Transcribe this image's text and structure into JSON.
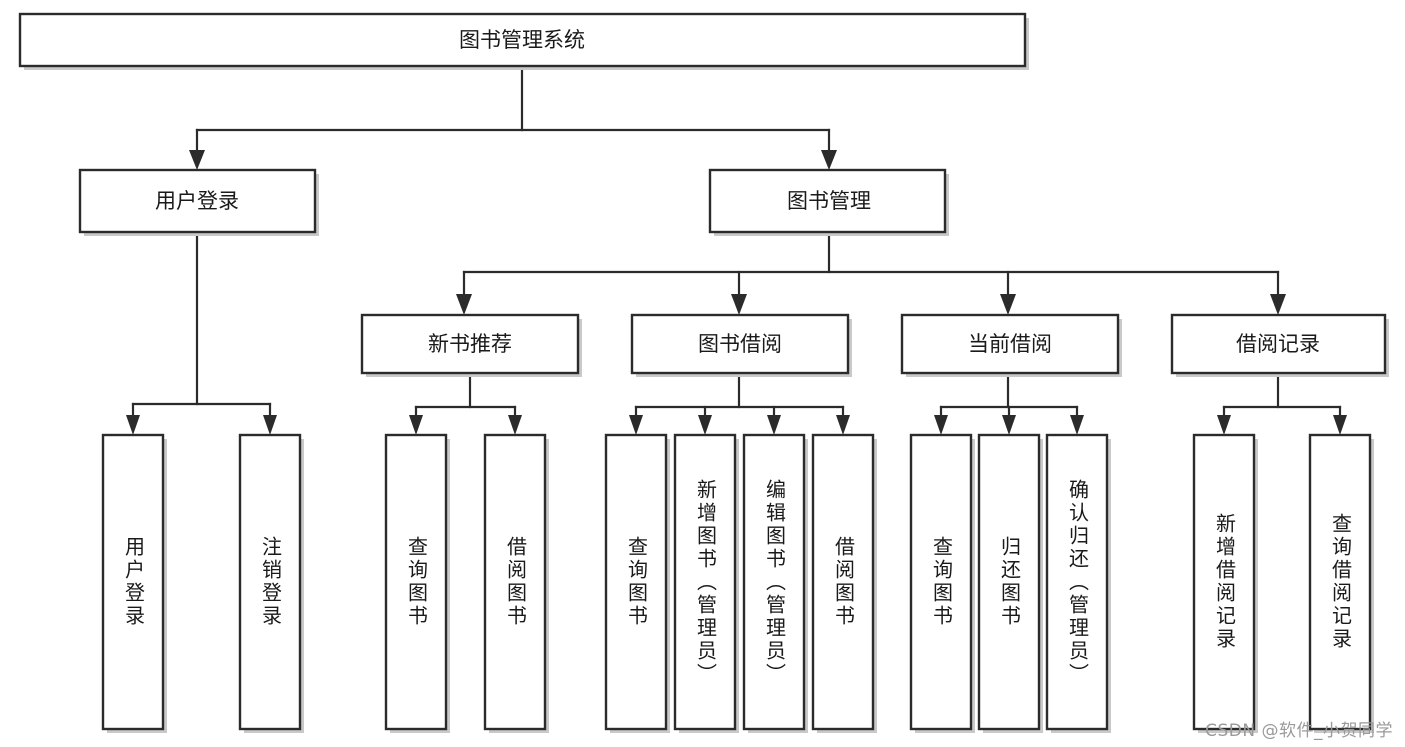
{
  "diagram": {
    "type": "hierarchy-tree",
    "title": "图书管理系统",
    "watermark": "CSDN @软件_小贺同学",
    "colors": {
      "box_stroke": "#2b2b2b",
      "box_fill": "#ffffff",
      "connector": "#2b2b2b",
      "shadow": "#c9c9c9",
      "text": "#1a1a1a",
      "watermark": "#9a9a9a",
      "background": "#ffffff"
    },
    "root": {
      "id": "root",
      "label": "图书管理系统"
    },
    "level2": [
      {
        "id": "user-login",
        "label": "用户登录"
      },
      {
        "id": "book-management",
        "label": "图书管理"
      }
    ],
    "level3": [
      {
        "id": "new-book-recommend",
        "label": "新书推荐",
        "parent": "book-management"
      },
      {
        "id": "book-borrow",
        "label": "图书借阅",
        "parent": "book-management"
      },
      {
        "id": "current-borrow",
        "label": "当前借阅",
        "parent": "book-management"
      },
      {
        "id": "borrow-record",
        "label": "借阅记录",
        "parent": "book-management"
      }
    ],
    "leaves": [
      {
        "id": "leaf-user-login",
        "label": "用户登录",
        "parent": "user-login"
      },
      {
        "id": "leaf-logout-login",
        "label": "注销登录",
        "parent": "user-login"
      },
      {
        "id": "leaf-query-book-1",
        "label": "查询图书",
        "parent": "new-book-recommend"
      },
      {
        "id": "leaf-borrow-book-1",
        "label": "借阅图书",
        "parent": "new-book-recommend"
      },
      {
        "id": "leaf-query-book-2",
        "label": "查询图书",
        "parent": "book-borrow"
      },
      {
        "id": "leaf-add-book",
        "label": "新增图书（管理员）",
        "parent": "book-borrow"
      },
      {
        "id": "leaf-edit-book",
        "label": "编辑图书（管理员）",
        "parent": "book-borrow"
      },
      {
        "id": "leaf-borrow-book-2",
        "label": "借阅图书",
        "parent": "book-borrow"
      },
      {
        "id": "leaf-query-book-3",
        "label": "查询图书",
        "parent": "current-borrow"
      },
      {
        "id": "leaf-return-book",
        "label": "归还图书",
        "parent": "current-borrow"
      },
      {
        "id": "leaf-confirm-return",
        "label": "确认归还（管理员）",
        "parent": "current-borrow"
      },
      {
        "id": "leaf-add-record",
        "label": "新增借阅记录",
        "parent": "borrow-record"
      },
      {
        "id": "leaf-query-record",
        "label": "查询借阅记录",
        "parent": "borrow-record"
      }
    ]
  }
}
